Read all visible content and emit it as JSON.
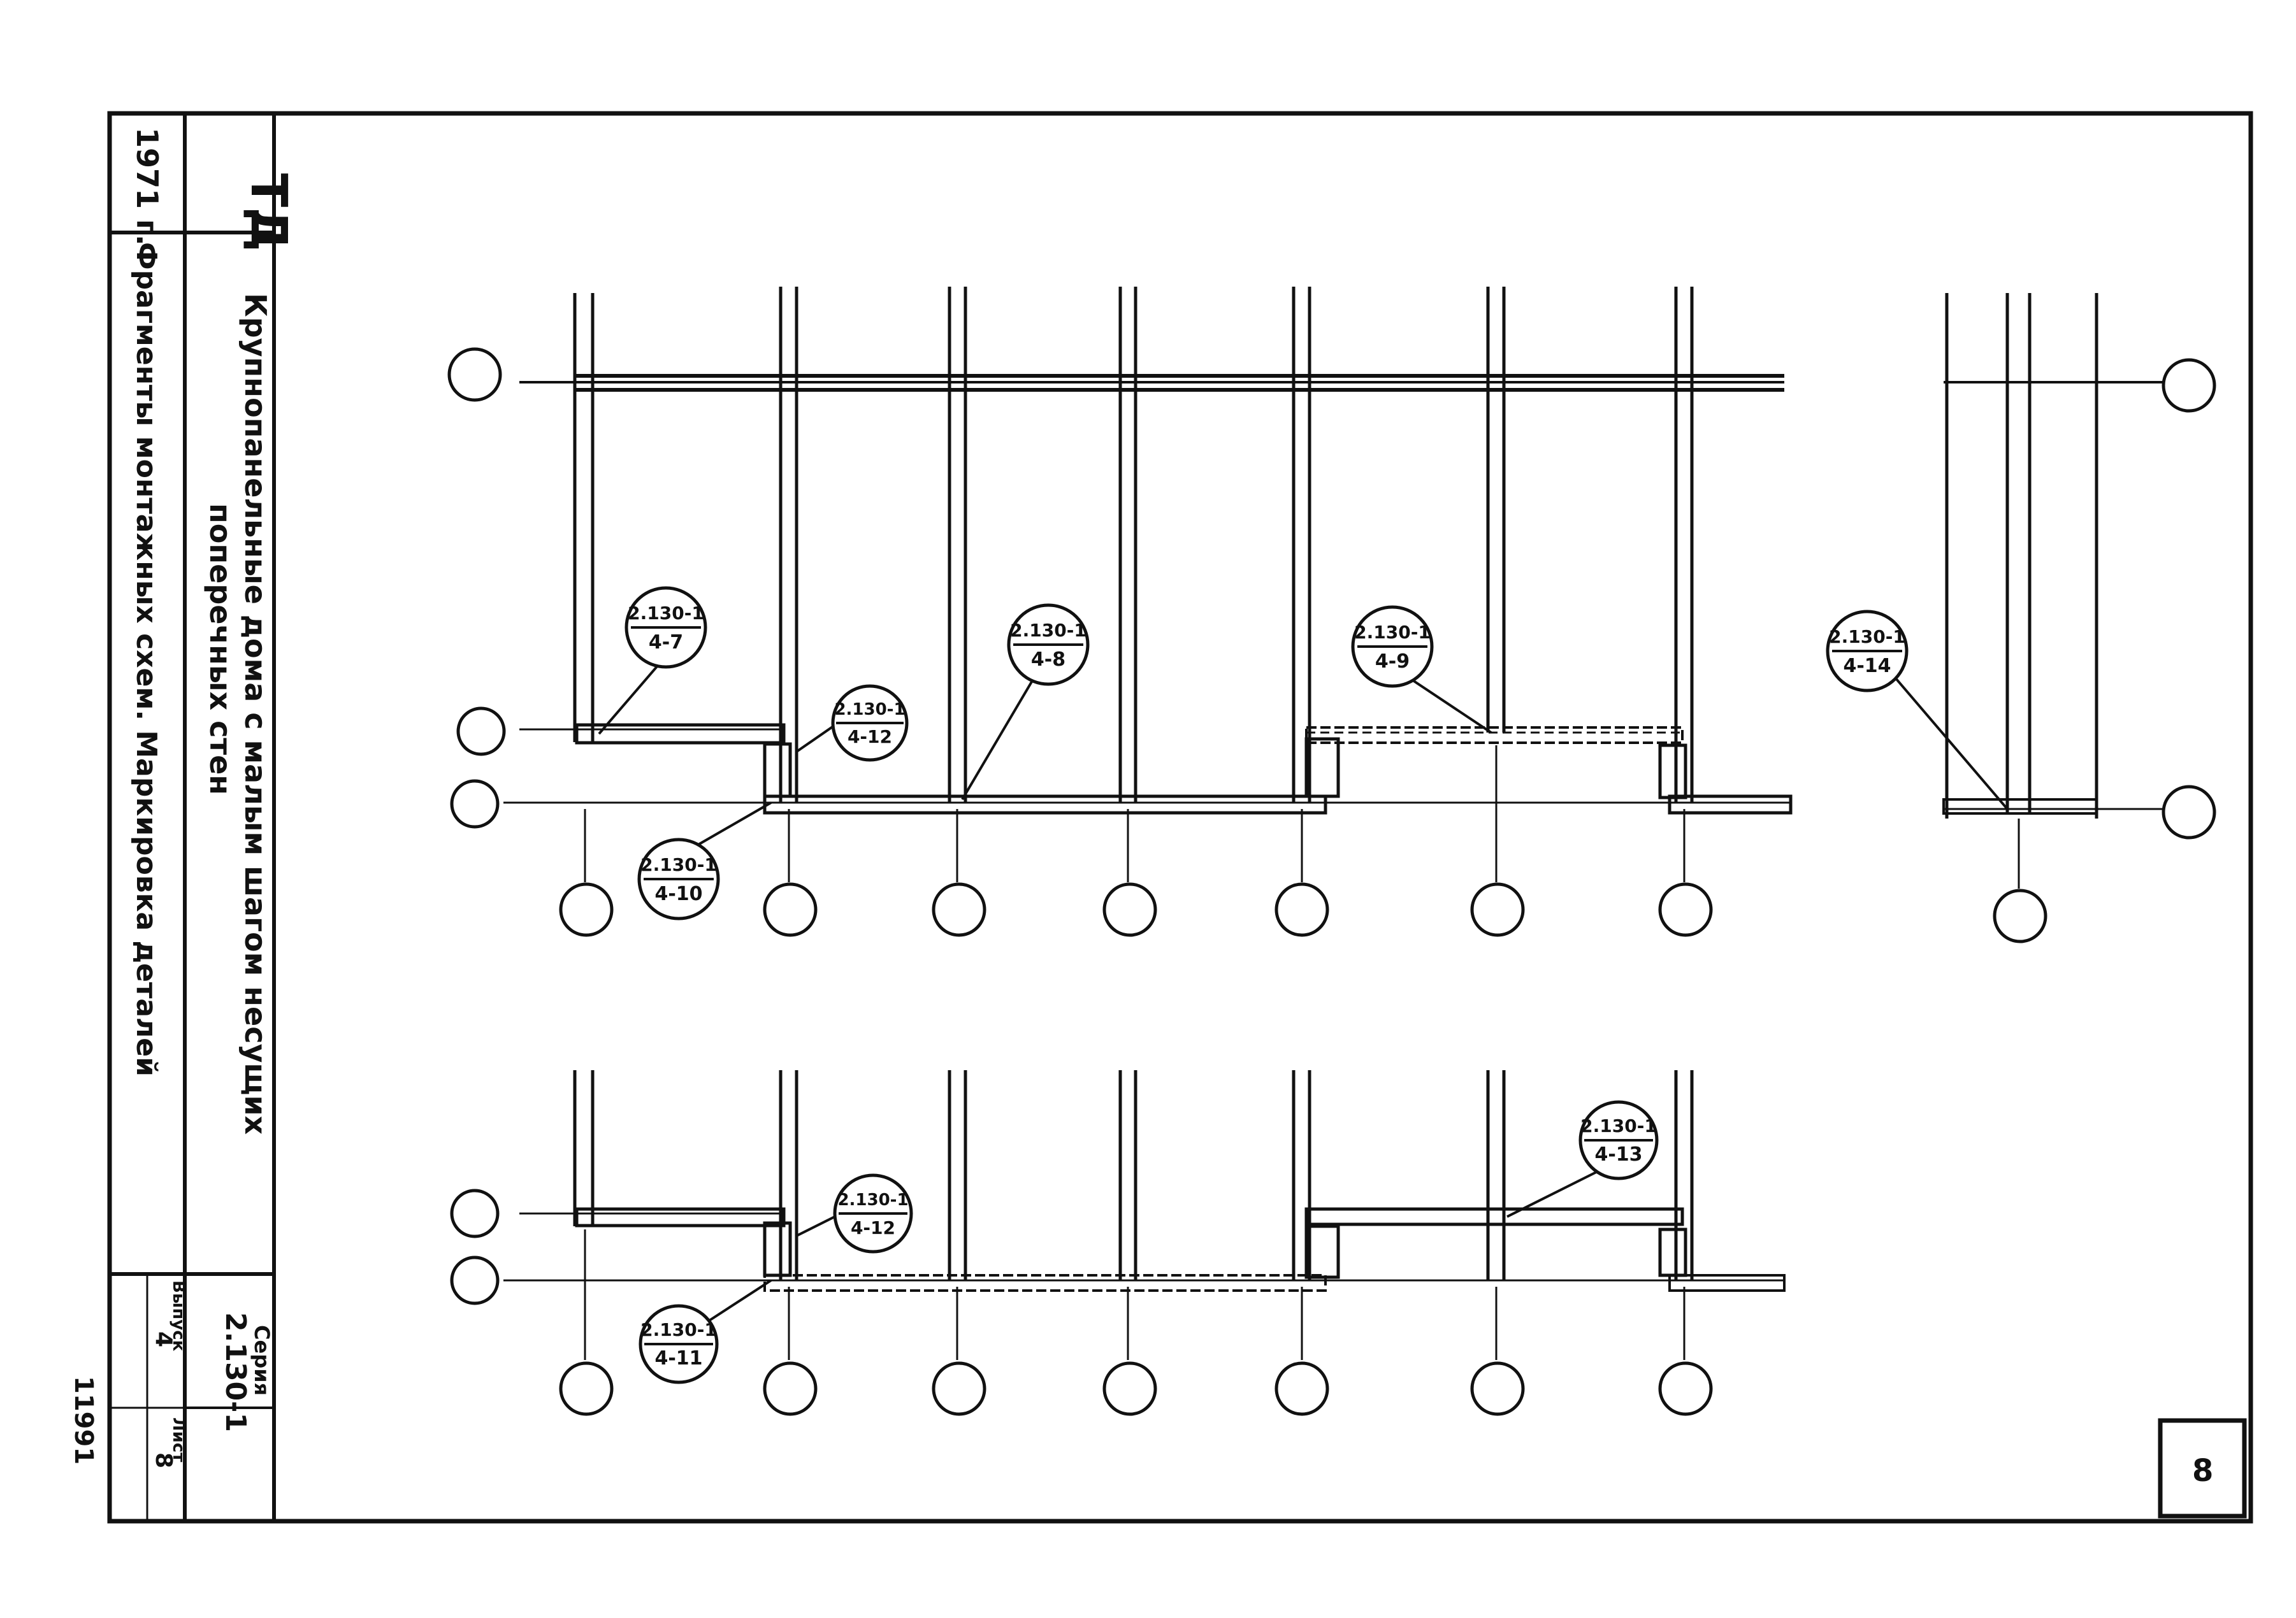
{
  "title_block": {
    "org_mark": "ТД",
    "year": "1971 г.",
    "project_title_line1": "Крупнопанельные дома с малым шагом несущих",
    "project_title_line2": "поперечных стен",
    "sheet_subject": "Фрагменты монтажных схем. Маркировка деталей",
    "series_label": "Серия",
    "series_value": "2.130-1",
    "issue_label": "Выпуск",
    "issue_value": "4",
    "sheet_label": "Лист",
    "sheet_value": "8",
    "inventory_number": "11991"
  },
  "callouts": [
    {
      "top": "2.130-1",
      "bottom": "4-7"
    },
    {
      "top": "2.130-1",
      "bottom": "4-8"
    },
    {
      "top": "2.130-1",
      "bottom": "4-9"
    },
    {
      "top": "2.130-1",
      "bottom": "4-14"
    },
    {
      "top": "2.130-1",
      "bottom": "4-12"
    },
    {
      "top": "2.130-1",
      "bottom": "4-10"
    },
    {
      "top": "2.130-1",
      "bottom": "4-13"
    },
    {
      "top": "2.130-1",
      "bottom": "4-12"
    },
    {
      "top": "2.130-1",
      "bottom": "4-11"
    }
  ],
  "page_corner_mark": "8",
  "colors": {
    "ink": "#111111",
    "paper": "#ffffff"
  }
}
